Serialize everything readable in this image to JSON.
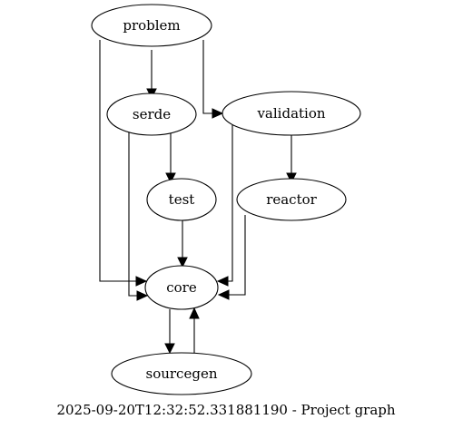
{
  "graph": {
    "caption": "2025-09-20T12:32:52.331881190 - Project graph",
    "nodes": [
      {
        "id": "problem",
        "label": "problem"
      },
      {
        "id": "serde",
        "label": "serde"
      },
      {
        "id": "validation",
        "label": "validation"
      },
      {
        "id": "test",
        "label": "test"
      },
      {
        "id": "reactor",
        "label": "reactor"
      },
      {
        "id": "core",
        "label": "core"
      },
      {
        "id": "sourcegen",
        "label": "sourcegen"
      }
    ],
    "edges": [
      {
        "from": "problem",
        "to": "serde"
      },
      {
        "from": "problem",
        "to": "validation"
      },
      {
        "from": "problem",
        "to": "core"
      },
      {
        "from": "serde",
        "to": "test"
      },
      {
        "from": "serde",
        "to": "core"
      },
      {
        "from": "validation",
        "to": "reactor"
      },
      {
        "from": "validation",
        "to": "core"
      },
      {
        "from": "test",
        "to": "core"
      },
      {
        "from": "reactor",
        "to": "core"
      },
      {
        "from": "core",
        "to": "sourcegen"
      },
      {
        "from": "sourcegen",
        "to": "core"
      }
    ]
  }
}
